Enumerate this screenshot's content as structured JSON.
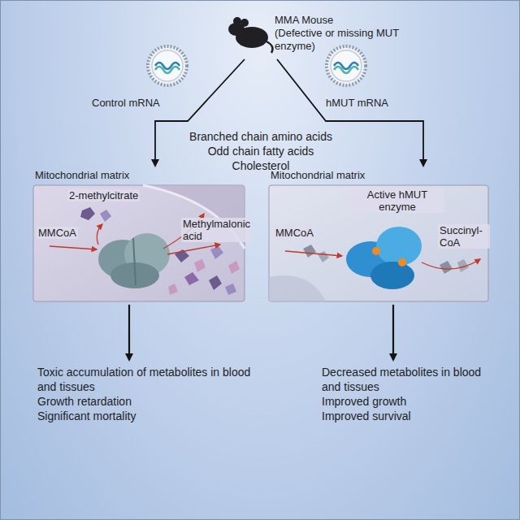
{
  "diagram": {
    "nodes": [
      {
        "text": [
          "MMA Mouse",
          "(Defective or missing MUT enzyme)"
        ]
      },
      {
        "text": [
          "Mitochondrial matrix",
          "2-methylcitrate",
          "MMCoA",
          "Methylmalonic acid"
        ]
      },
      {
        "text": [
          "Mitochondrial matrix",
          "Active hMUT enzyme",
          "MMCoA",
          "Succinyl-CoA"
        ]
      },
      {
        "text": [
          "Toxic accumulation of metabolites in blood and tissues",
          "Growth retardation",
          "Significant mortality"
        ]
      },
      {
        "text": [
          "Decreased metabolites in blood and tissues",
          "Improved growth",
          "Improved survival"
        ]
      }
    ],
    "edges": [
      {
        "from": 0,
        "to": 1,
        "arrow": "to"
      },
      {
        "from": 0,
        "to": 2,
        "arrow": "to"
      },
      {
        "from": 1,
        "to": 3,
        "arrow": "to"
      },
      {
        "from": 2,
        "to": 4,
        "arrow": "to"
      }
    ],
    "labels": [
      "Control mRNA",
      "hMUT mRNA",
      "Branched chain amino acids",
      "Odd chain fatty acids",
      "Cholesterol"
    ]
  }
}
